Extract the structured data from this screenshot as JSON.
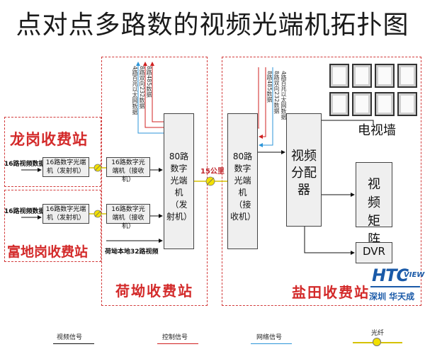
{
  "title": "点对点多路数的视频光端机拓扑图",
  "stations": {
    "longgang": "龙岗收费站",
    "fudigang": "富地岗收费站",
    "heao": "荷坳收费站",
    "yantian": "盐田收费站"
  },
  "inputs": {
    "video16_a": "16路视频数据",
    "video16_b": "16路视频数据",
    "local32": "荷坳本地32路视频"
  },
  "boxes": {
    "tx1": "16路数字光端机（发射机）",
    "tx2": "16路数字光端机（发射机）",
    "rx1": "16路数字光端机（接收机）",
    "rx2": "16路数字光端机（接收机）",
    "tx80": "80路数字光端机（发射机）",
    "rx80": "80路数字光端机（接收机）",
    "splitter": "视频分配器",
    "matrix": "视频矩阵",
    "dvr": "DVR",
    "tvwall": "电视墙"
  },
  "distance": "15公里",
  "signals_left": [
    "8路485数据",
    "8路双向232数据",
    "4路百兆以太网数据"
  ],
  "signals_right": [
    "4路百兆以太网数据",
    "8路双向232数据",
    "8路485数据"
  ],
  "legend": [
    "视频信号",
    "控制信号",
    "网络信号",
    "光纤"
  ],
  "logo": {
    "brand": "HTC",
    "sub": "VIEW",
    "city": "深圳 华天成"
  }
}
